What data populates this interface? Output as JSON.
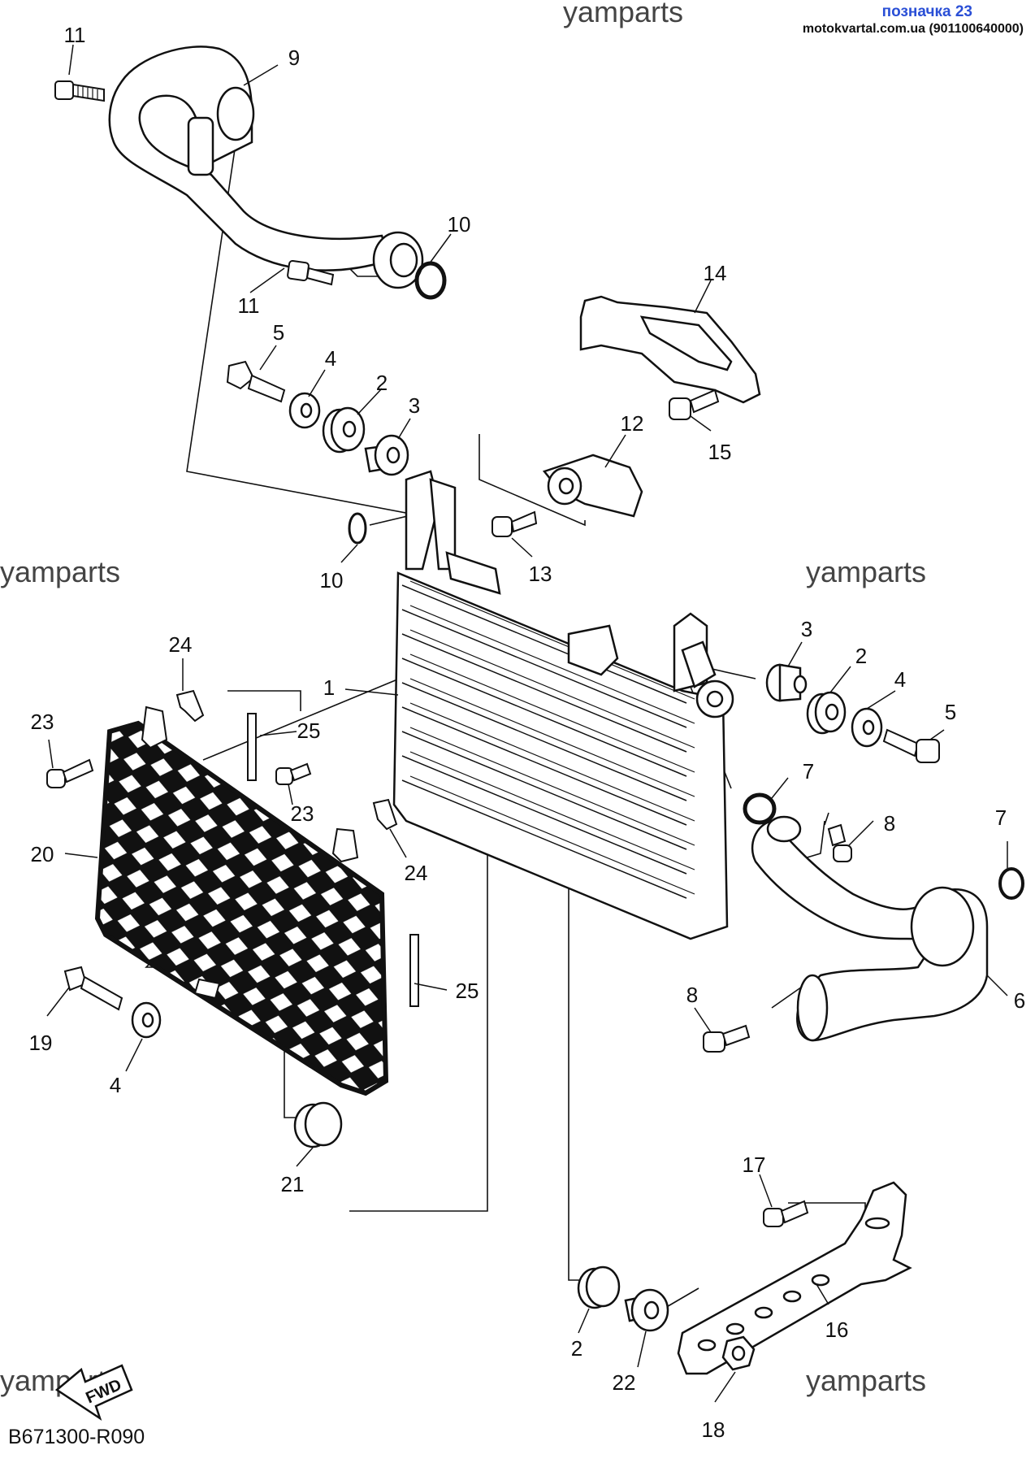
{
  "header": {
    "label": "позначка 23",
    "site": "motokvartal.com.ua (901100640000)"
  },
  "watermarks": [
    "yamparts",
    "yamparts",
    "yamparts",
    "yamparts",
    "yamparts",
    "yamparts"
  ],
  "diagram_code": "B671300-R090",
  "fwd_label": "FWD",
  "callouts": [
    "11",
    "9",
    "10",
    "11",
    "5",
    "4",
    "2",
    "3",
    "14",
    "15",
    "12",
    "13",
    "10",
    "1",
    "24",
    "23",
    "25",
    "23",
    "24",
    "20",
    "19",
    "4",
    "25",
    "21",
    "3",
    "2",
    "4",
    "5",
    "7",
    "8",
    "7",
    "6",
    "8",
    "17",
    "16",
    "2",
    "22",
    "18"
  ]
}
